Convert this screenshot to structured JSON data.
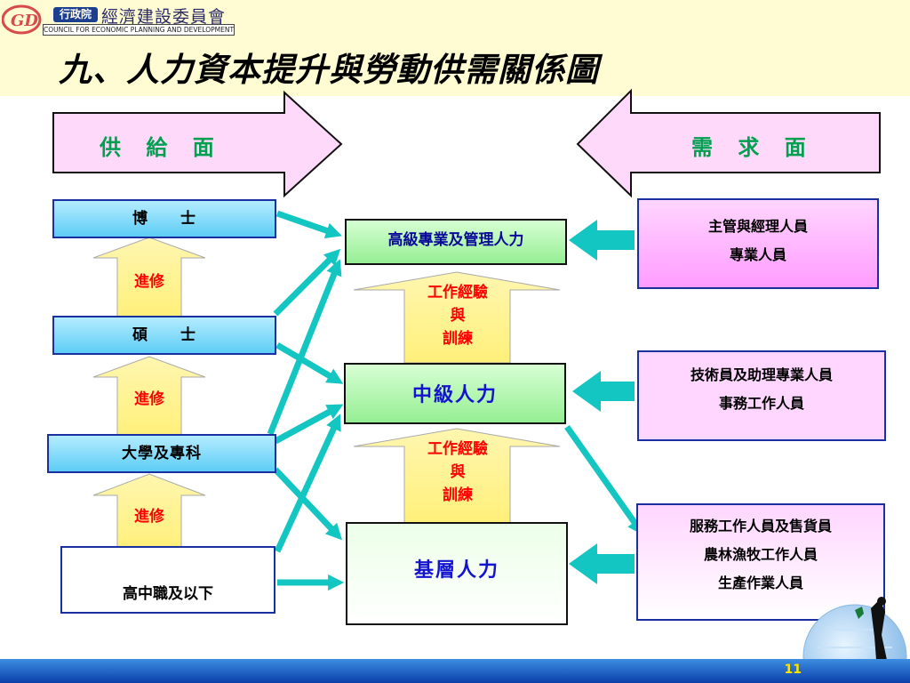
{
  "org": {
    "tag": "行政院",
    "name": "經濟建設委員會",
    "english": "COUNCIL FOR ECONOMIC PLANNING AND DEVELOPMENT"
  },
  "title": "九、人力資本提升與勞動供需關係圖",
  "supply_label": "供 給 面",
  "demand_label": "需 求 面",
  "education": {
    "phd": "博　　士",
    "master": "碩　　士",
    "college": "大學及專科",
    "high_school": "高中職及以下",
    "advance": "進修"
  },
  "levels": {
    "senior": "高級專業及管理人力",
    "middle": "中級人力",
    "basic": "基層人力",
    "experience_line1": "工作經驗",
    "experience_line2": "與",
    "experience_line3": "訓練"
  },
  "demand": {
    "group1": [
      "主管與經理人員",
      "專業人員"
    ],
    "group2": [
      "技術員及助理專業人員",
      "事務工作人員"
    ],
    "group3": [
      "服務工作人員及售貨員",
      "農林漁牧工作人員",
      "生產作業人員"
    ]
  },
  "page_number": "11",
  "colors": {
    "header_bg": "#fffbd2",
    "big_arrow_fill": "#ffd9fa",
    "edu_box": "#5dcdf5",
    "teal_arrow": "#13c6c1",
    "level_green": "#aaf5a8",
    "demand_pink": "#ff9cff",
    "demand_lavender": "#ffd6ff",
    "up_arrow_yellow": "#fff07a",
    "advance_red": "#ff0000",
    "footer_blue": "#0b3fa8"
  }
}
